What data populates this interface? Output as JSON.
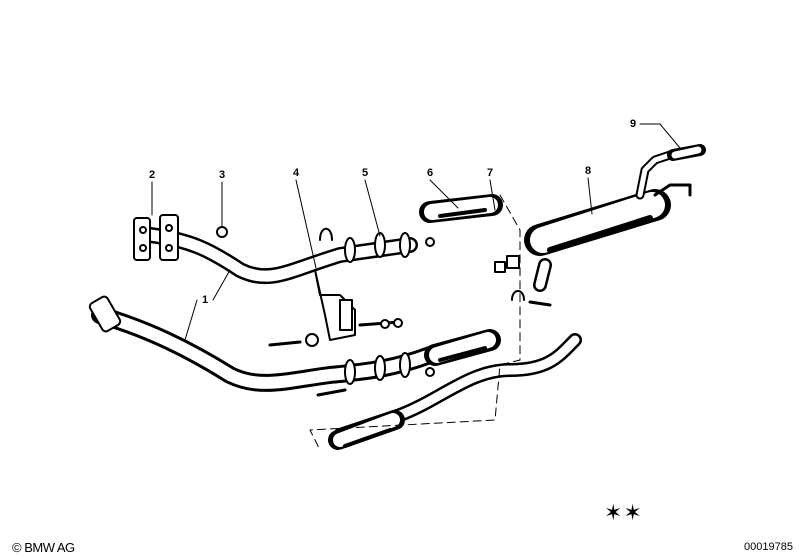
{
  "diagram": {
    "callouts": [
      "1",
      "2",
      "3",
      "4",
      "5",
      "6",
      "7",
      "8",
      "9"
    ],
    "copyright": "© BMW AG",
    "document_number": "00019785",
    "stars": "✶✶"
  }
}
